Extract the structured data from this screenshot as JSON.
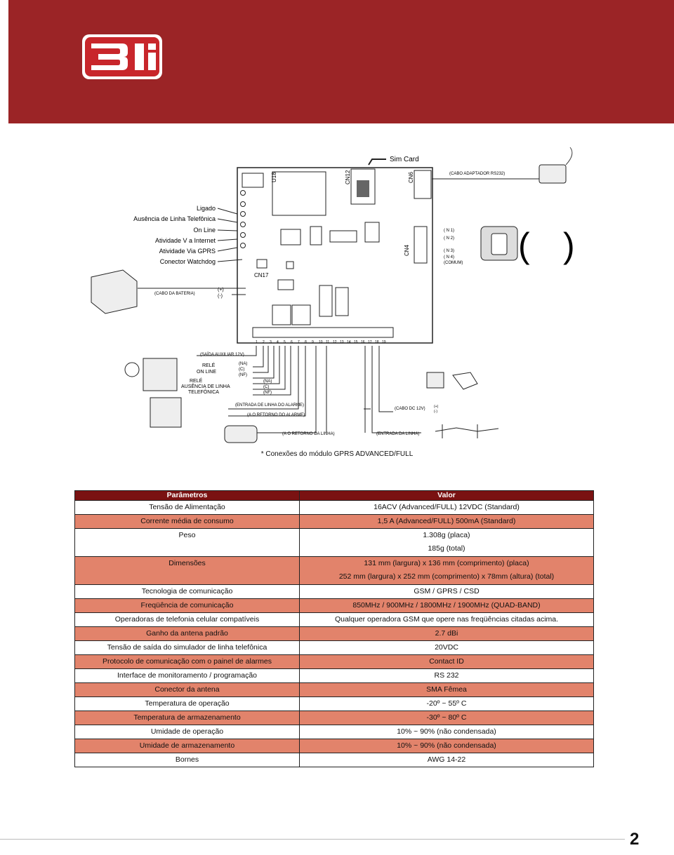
{
  "header": {
    "logo_text": "3i",
    "brand_color": "#9b2426"
  },
  "diagram": {
    "sim_card": "Sim Card",
    "u18": "U18",
    "cn12": "CN12",
    "cn6": "CN6",
    "cn4": "CN4",
    "cn17": "CN17",
    "cabo_adaptador": "(CABO ADAPTADOR RS232)",
    "leds": [
      "Ligado",
      "Ausência de Linha Telefônica",
      "On Line",
      "Atividade V a Internet",
      "Atividade Via GPRS",
      "Conector Watchdog"
    ],
    "cn4_pins": [
      "( N 1)",
      "( N 2)",
      "( N 3)",
      "( N 4)",
      "(COMUM)"
    ],
    "cabo_bateria": "(CABO DA BATERIA)",
    "bat_pos": "(+)",
    "bat_neg": "(-)",
    "terminals": [
      "1",
      "2",
      "3",
      "4",
      "5",
      "6",
      "7",
      "8",
      "9",
      "10",
      "11",
      "12",
      "13",
      "14",
      "15",
      "16",
      "17",
      "18",
      "19"
    ],
    "saida_auxiliar": "(SAÍDA AUXILIAR 12V)",
    "rele_on_line": [
      "RELÉ",
      "ON LINE"
    ],
    "rele_ausencia": [
      "RELÉ",
      "AUSÊNCIA DE LINHA",
      "TELEFÔNICA"
    ],
    "na": "(NA)",
    "c": "(C)",
    "nf": "(NF)",
    "entrada_linha_alarme": "(ENTRADA DE LINHA DO ALARME)",
    "retorno_linha_alarme": "(A O RETORNO DO ALARME)",
    "retorno_linha": "(A O RETORNO DA LINHA)",
    "entrada_linha": "(ENTRADA DA LINHA)",
    "cabo_dc": "(CABO DC 12V)",
    "dc_pos": "(+)",
    "dc_neg": "(-)"
  },
  "caption": "* Conexões do módulo GPRS ADVANCED/FULL",
  "table": {
    "headers": [
      "Parâmetros",
      "Valor"
    ],
    "rows": [
      {
        "param": "Tensão de Alimentação",
        "values": [
          "16ACV (Advanced/FULL) 12VDC (Standard)"
        ],
        "shaded": false
      },
      {
        "param": "Corrente média de consumo",
        "values": [
          "1,5 A (Advanced/FULL) 500mA (Standard)"
        ],
        "shaded": true
      },
      {
        "param": "Peso",
        "values": [
          "1.308g (placa)",
          "185g (total)"
        ],
        "shaded": false
      },
      {
        "param": "Dimensões",
        "values": [
          "131 mm (largura) x 136 mm (comprimento) (placa)",
          "252 mm (largura) x 252 mm (comprimento) x 78mm (altura) (total)"
        ],
        "shaded": true
      },
      {
        "param": "Tecnologia de comunicação",
        "values": [
          "GSM / GPRS / CSD"
        ],
        "shaded": false
      },
      {
        "param": "Freqüência de comunicação",
        "values": [
          "850MHz / 900MHz / 1800MHz / 1900MHz (QUAD-BAND)"
        ],
        "shaded": true
      },
      {
        "param": "Operadoras de telefonia celular compatíveis",
        "values": [
          "Qualquer operadora GSM que opere nas freqüências citadas acima."
        ],
        "shaded": false
      },
      {
        "param": "Ganho da antena padrão",
        "values": [
          "2.7 dBi"
        ],
        "shaded": true
      },
      {
        "param": "Tensão de saída do simulador de linha telefônica",
        "values": [
          "20VDC"
        ],
        "shaded": false
      },
      {
        "param": "Protocolo de comunicação com o painel de alarmes",
        "values": [
          "Contact ID"
        ],
        "shaded": true
      },
      {
        "param": "Interface de monitoramento / programação",
        "values": [
          "RS 232"
        ],
        "shaded": false
      },
      {
        "param": "Conector da antena",
        "values": [
          "SMA Fêmea"
        ],
        "shaded": true
      },
      {
        "param": "Temperatura de operação",
        "values": [
          "-20º ~ 55º C"
        ],
        "shaded": false
      },
      {
        "param": "Temperatura de armazenamento",
        "values": [
          "-30º ~ 80º C"
        ],
        "shaded": true
      },
      {
        "param": "Umidade de operação",
        "values": [
          "10% ~ 90% (não condensada)"
        ],
        "shaded": false
      },
      {
        "param": "Umidade de armazenamento",
        "values": [
          "10% ~ 90% (não condensada)"
        ],
        "shaded": true
      },
      {
        "param": "Bornes",
        "values": [
          "AWG 14-22"
        ],
        "shaded": false
      }
    ]
  },
  "page_number": "2"
}
